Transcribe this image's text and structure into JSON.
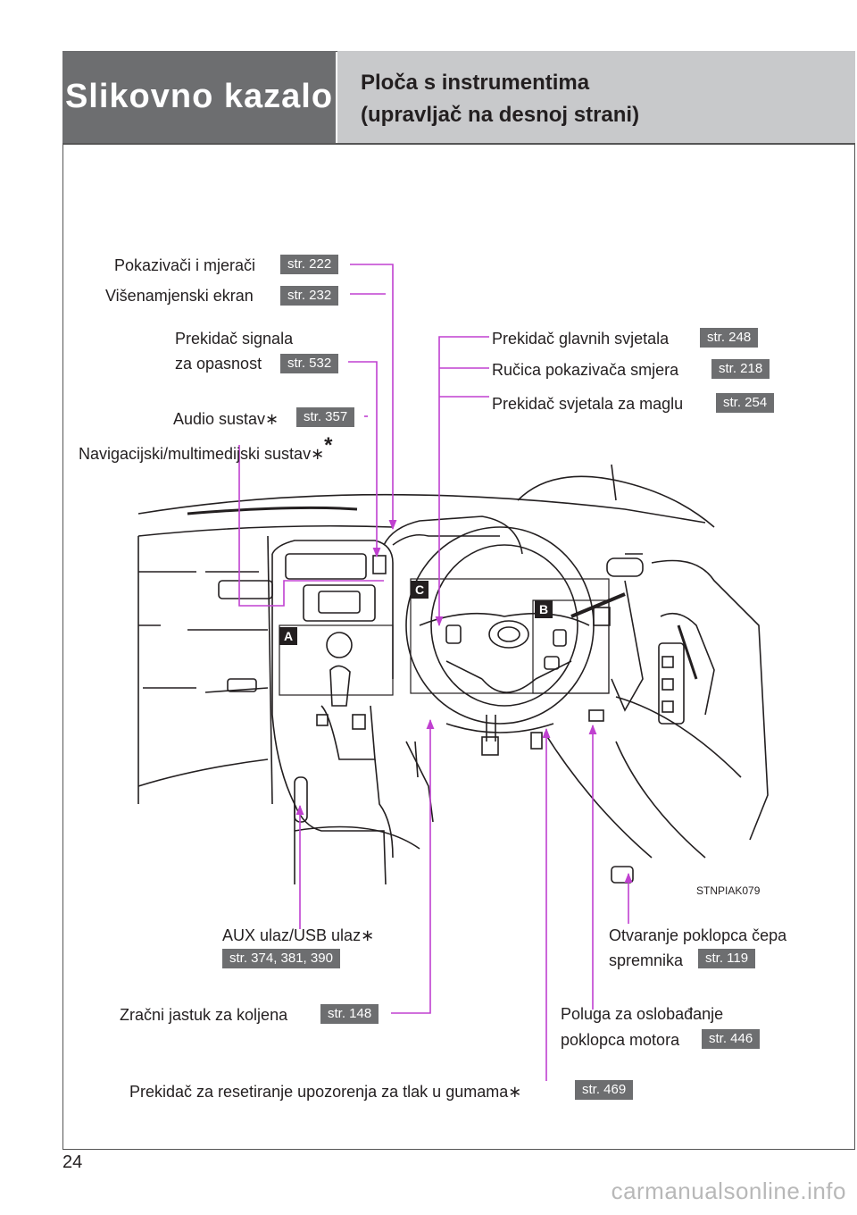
{
  "header": {
    "section": "Slikovno kazalo",
    "title_line1": "Ploča s instrumentima",
    "title_line2": "(upravljač na desnoj strani)"
  },
  "callouts": {
    "gauges": {
      "label": "Pokazivači i mjerači",
      "page": "str. 222"
    },
    "multi_display": {
      "label": "Višenamjenski ekran",
      "page": "str. 232"
    },
    "hazard_l1": "Prekidač signala",
    "hazard_l2": "za opasnost",
    "hazard_page": "str. 532",
    "audio": {
      "label": "Audio sustav∗",
      "page": "str. 357"
    },
    "navigation": {
      "label": "Navigacijski/multimedijski sustav∗",
      "star": "*"
    },
    "headlight": {
      "label": "Prekidač glavnih svjetala",
      "page": "str. 248"
    },
    "turn_signal": {
      "label": "Ručica pokazivača smjera",
      "page": "str. 218"
    },
    "fog_light": {
      "label": "Prekidač svjetala za maglu",
      "page": "str. 254"
    },
    "aux_usb": {
      "label": "AUX ulaz/USB ulaz∗",
      "page": "str. 374, 381, 390"
    },
    "fuel_door_l1": "Otvaranje poklopca čepa",
    "fuel_door_l2": "spremnika",
    "fuel_door_page": "str. 119",
    "knee_airbag": {
      "label": "Zračni jastuk za koljena",
      "page": "str. 148"
    },
    "hood_l1": "Poluga za oslobađanje",
    "hood_l2": "poklopca motora",
    "hood_page": "str. 446",
    "tpms": {
      "label": "Prekidač za resetiranje upozorenja za tlak u gumama∗",
      "page": "str. 469"
    }
  },
  "figure": {
    "code": "STNPIAK079",
    "tags": {
      "a": "A",
      "b": "B",
      "c": "C"
    }
  },
  "page_number": "24",
  "watermark": "carmanualsonline.info",
  "colors": {
    "header_dark": "#6d6e70",
    "header_light": "#c8c9cb",
    "leader": "#c040d0",
    "page_badge": "#6d6e70"
  }
}
